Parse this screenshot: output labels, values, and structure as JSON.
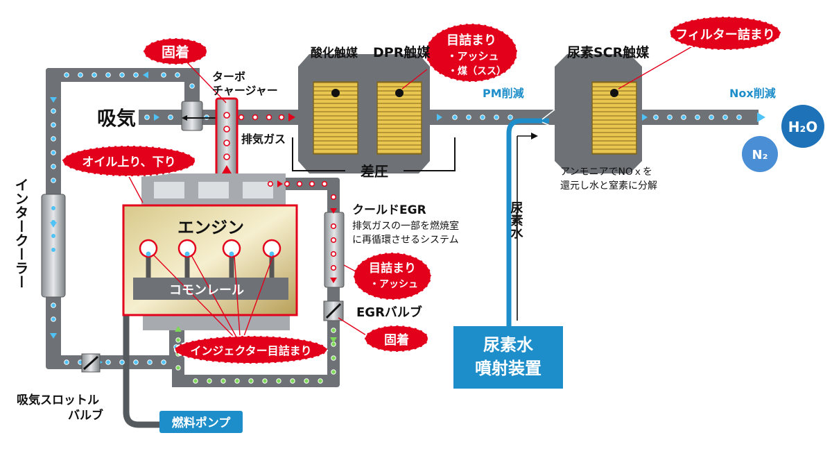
{
  "colors": {
    "accent_red": "#e3001b",
    "pipe_gray": "#6e7276",
    "water_blue": "#1d8ec9",
    "dot_cyan": "#4fc3f7",
    "dot_green": "#7ed957",
    "engine_gold": "#c9b46a",
    "catalyst_yellow": "#e9c64f"
  },
  "labels": {
    "intake": "吸気",
    "turbo_line1": "ターボ",
    "turbo_line2": "チャージャー",
    "exhaust_gas": "排気ガス",
    "oxidation_catalyst": "酸化触媒",
    "dpr_catalyst": "DPR触媒",
    "differential_pressure": "差圧",
    "pm_reduction": "PM削減",
    "urea_scr_catalyst": "尿素SCR触媒",
    "nox_reduction": "Nox削減",
    "scr_note_line1": "アンモニアでNOｘを",
    "scr_note_line2": "還元し水と窒素に分解",
    "urea_water": "尿素水",
    "urea_injector_line1": "尿素水",
    "urea_injector_line2": "噴射装置",
    "h2o": "H₂O",
    "n2": "N₂",
    "cooled_egr": "クールドEGR",
    "egr_desc_line1": "排気ガスの一部を燃焼室",
    "egr_desc_line2": "に再循環させるシステム",
    "egr_valve": "EGRバルブ",
    "engine": "エンジン",
    "common_rail": "コモンレール",
    "intercooler": "インタークーラー",
    "throttle_line1": "吸気スロットル",
    "throttle_line2": "バルブ",
    "fuel_pump": "燃料ポンプ"
  },
  "badges": {
    "seize_turbo": "固着",
    "dpr_clog_title": "目詰まり",
    "dpr_clog_item1": "・アッシュ",
    "dpr_clog_item2": "・煤（スス）",
    "filter_clog": "フィルター詰まり",
    "oil_leak": "オイル上り、下り",
    "egr_clog_title": "目詰まり",
    "egr_clog_item1": "・アッシュ",
    "seize_egr": "固着",
    "injector_clog": "インジェクター目詰まり"
  }
}
